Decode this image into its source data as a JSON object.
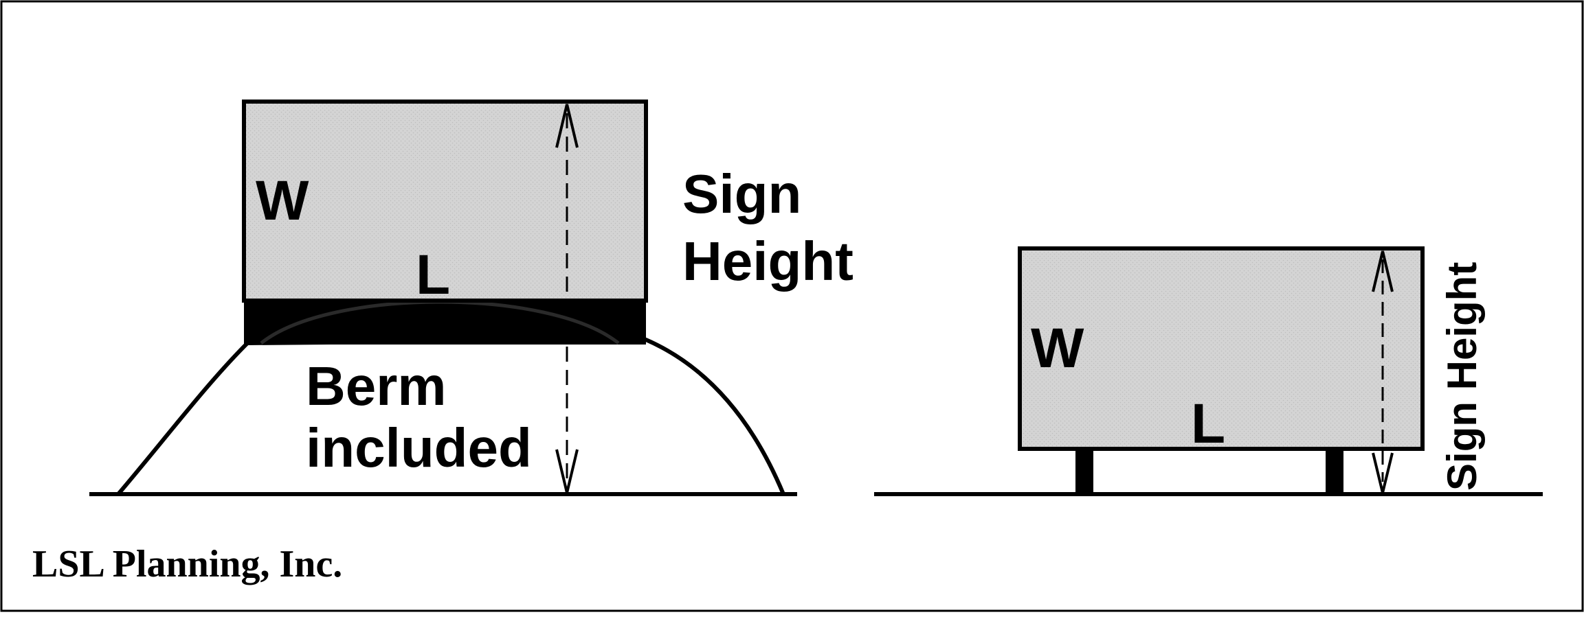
{
  "colors": {
    "sign_fill": "#d2d2d2",
    "outline": "#000000",
    "background": "#ffffff"
  },
  "left_sign": {
    "width_label": "W",
    "length_label": "L",
    "height_label_line1": "Sign",
    "height_label_line2": "Height",
    "berm_label_line1": "Berm",
    "berm_label_line2": "included"
  },
  "right_sign": {
    "width_label": "W",
    "length_label": "L",
    "height_label": "Sign Height"
  },
  "credit": "LSL Planning, Inc."
}
